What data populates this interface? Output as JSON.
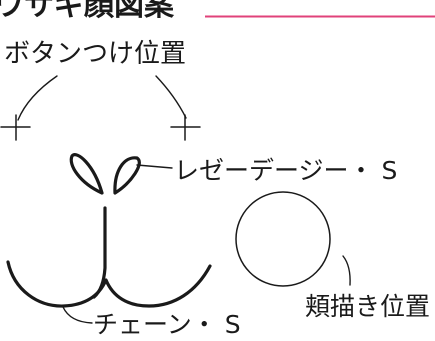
{
  "title": "ウサギ顔図案",
  "labels": {
    "button_position": "ボタンつけ位置",
    "lazy_daisy": "レゼーデージー・ S",
    "cheek_position": "頬描き位置",
    "chain_stitch": "チェーン・ S"
  },
  "colors": {
    "ink": "#1a1a1a",
    "title_rule": "#e0427a",
    "background": "#ffffff"
  }
}
